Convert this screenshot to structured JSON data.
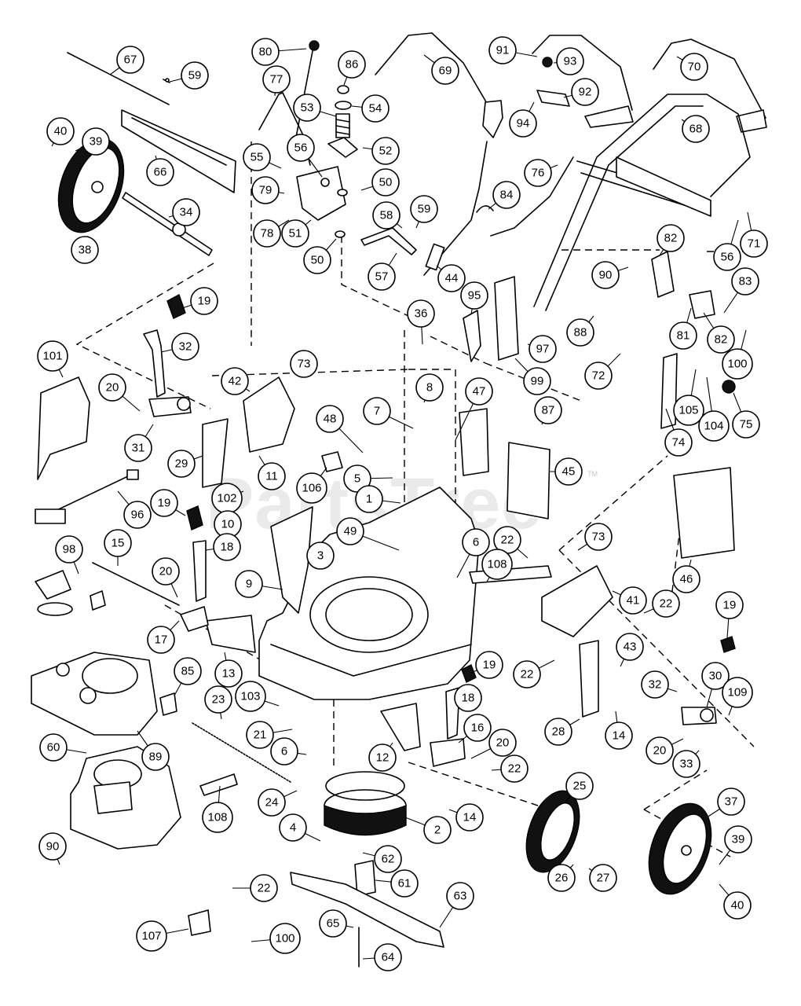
{
  "watermark": {
    "text": "PartsTree",
    "tm": "TM"
  },
  "callouts": [
    {
      "n": "67"
    },
    {
      "n": "59"
    },
    {
      "n": "80"
    },
    {
      "n": "77"
    },
    {
      "n": "86"
    },
    {
      "n": "53"
    },
    {
      "n": "54"
    },
    {
      "n": "69"
    },
    {
      "n": "91"
    },
    {
      "n": "93"
    },
    {
      "n": "92"
    },
    {
      "n": "94"
    },
    {
      "n": "70"
    },
    {
      "n": "68"
    },
    {
      "n": "40"
    },
    {
      "n": "39"
    },
    {
      "n": "38"
    },
    {
      "n": "66"
    },
    {
      "n": "34"
    },
    {
      "n": "55"
    },
    {
      "n": "56"
    },
    {
      "n": "52"
    },
    {
      "n": "79"
    },
    {
      "n": "78"
    },
    {
      "n": "51"
    },
    {
      "n": "50"
    },
    {
      "n": "50"
    },
    {
      "n": "58"
    },
    {
      "n": "59"
    },
    {
      "n": "57"
    },
    {
      "n": "44"
    },
    {
      "n": "84"
    },
    {
      "n": "76"
    },
    {
      "n": "56"
    },
    {
      "n": "71"
    },
    {
      "n": "19"
    },
    {
      "n": "32"
    },
    {
      "n": "101"
    },
    {
      "n": "20"
    },
    {
      "n": "31"
    },
    {
      "n": "42"
    },
    {
      "n": "73"
    },
    {
      "n": "36"
    },
    {
      "n": "95"
    },
    {
      "n": "97"
    },
    {
      "n": "99"
    },
    {
      "n": "90"
    },
    {
      "n": "82"
    },
    {
      "n": "83"
    },
    {
      "n": "88"
    },
    {
      "n": "81"
    },
    {
      "n": "82"
    },
    {
      "n": "100"
    },
    {
      "n": "72"
    },
    {
      "n": "8"
    },
    {
      "n": "7"
    },
    {
      "n": "47"
    },
    {
      "n": "87"
    },
    {
      "n": "48"
    },
    {
      "n": "105"
    },
    {
      "n": "104"
    },
    {
      "n": "75"
    },
    {
      "n": "74"
    },
    {
      "n": "29"
    },
    {
      "n": "11"
    },
    {
      "n": "106"
    },
    {
      "n": "5"
    },
    {
      "n": "1"
    },
    {
      "n": "45"
    },
    {
      "n": "102"
    },
    {
      "n": "10"
    },
    {
      "n": "96"
    },
    {
      "n": "19"
    },
    {
      "n": "18"
    },
    {
      "n": "49"
    },
    {
      "n": "6"
    },
    {
      "n": "22"
    },
    {
      "n": "73"
    },
    {
      "n": "98"
    },
    {
      "n": "15"
    },
    {
      "n": "9"
    },
    {
      "n": "3"
    },
    {
      "n": "108"
    },
    {
      "n": "46"
    },
    {
      "n": "20"
    },
    {
      "n": "41"
    },
    {
      "n": "22"
    },
    {
      "n": "17"
    },
    {
      "n": "19"
    },
    {
      "n": "13"
    },
    {
      "n": "85"
    },
    {
      "n": "43"
    },
    {
      "n": "19"
    },
    {
      "n": "22"
    },
    {
      "n": "32"
    },
    {
      "n": "30"
    },
    {
      "n": "109"
    },
    {
      "n": "23"
    },
    {
      "n": "103"
    },
    {
      "n": "18"
    },
    {
      "n": "21"
    },
    {
      "n": "16"
    },
    {
      "n": "20"
    },
    {
      "n": "60"
    },
    {
      "n": "89"
    },
    {
      "n": "6"
    },
    {
      "n": "12"
    },
    {
      "n": "28"
    },
    {
      "n": "14"
    },
    {
      "n": "20"
    },
    {
      "n": "33"
    },
    {
      "n": "22"
    },
    {
      "n": "25"
    },
    {
      "n": "37"
    },
    {
      "n": "24"
    },
    {
      "n": "14"
    },
    {
      "n": "2"
    },
    {
      "n": "108"
    },
    {
      "n": "4"
    },
    {
      "n": "62"
    },
    {
      "n": "90"
    },
    {
      "n": "39"
    },
    {
      "n": "26"
    },
    {
      "n": "27"
    },
    {
      "n": "61"
    },
    {
      "n": "22"
    },
    {
      "n": "40"
    },
    {
      "n": "63"
    },
    {
      "n": "107"
    },
    {
      "n": "100"
    },
    {
      "n": "65"
    },
    {
      "n": "64"
    }
  ]
}
